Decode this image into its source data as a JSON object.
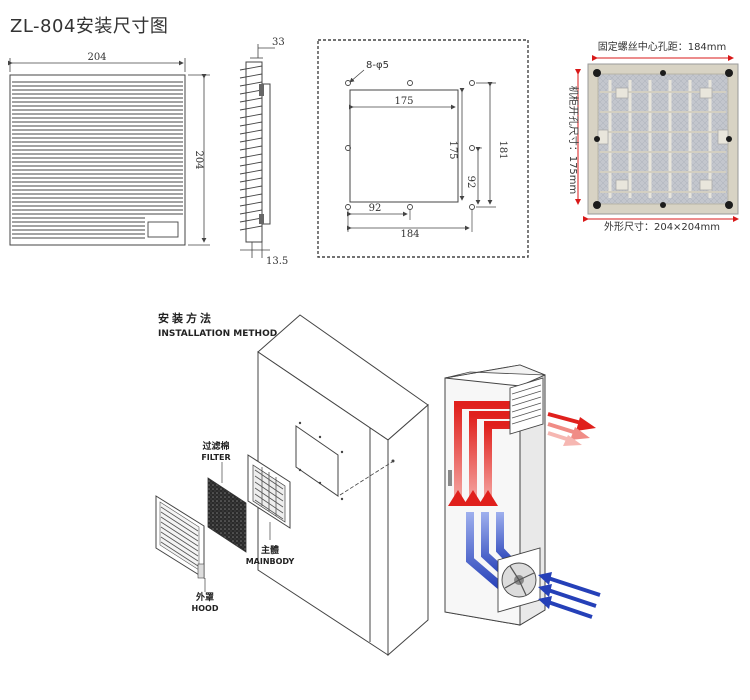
{
  "title": "ZL-804安装尺寸图",
  "front_view": {
    "width_label": "204",
    "height_label": "204"
  },
  "side_view": {
    "top_label": "33",
    "bottom_label": "13.5"
  },
  "cutout_view": {
    "holes_label": "8-φ5",
    "inner_width": "175",
    "inner_height": "175",
    "outer_height": "181",
    "half_height": "92",
    "half_width": "92",
    "outer_width": "184"
  },
  "photo_view": {
    "hole_distance": "固定螺丝中心孔距：184mm",
    "cabinet_cutout": "机柜开孔尺寸：175mm",
    "outer_size": "外形尺寸：204×204mm"
  },
  "installation": {
    "title_cn": "安装方法",
    "title_en": "INSTALLATION METHOD",
    "filter_cn": "过滤棉",
    "filter_en": "FILTER",
    "hood_cn": "外罩",
    "hood_en": "HOOD",
    "mainbody_cn": "主體",
    "mainbody_en": "MAINBODY"
  },
  "colors": {
    "line": "#444444",
    "hot_air": "#e0201c",
    "cold_air": "#2540b8",
    "frame": "#d8d3c4",
    "filter_grey": "#b7bac3",
    "dim_red": "#d81818"
  }
}
